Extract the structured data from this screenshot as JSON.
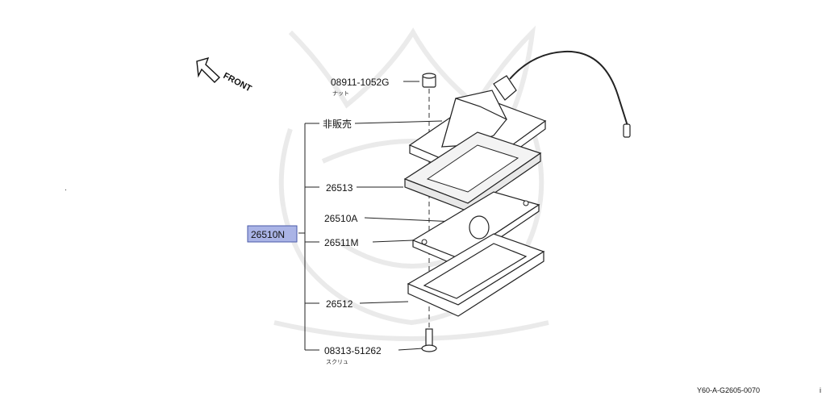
{
  "front_label": "FRONT",
  "assembly": {
    "part_number": "26510N",
    "highlight_color": "#aab4e6"
  },
  "parts": [
    {
      "number": "08911-1052G",
      "note": "ナット"
    },
    {
      "number": "非販売"
    },
    {
      "number": "26513"
    },
    {
      "number": "26510A"
    },
    {
      "number": "26511M"
    },
    {
      "number": "26512"
    },
    {
      "number": "08313-51262",
      "note": "スクリュ"
    }
  ],
  "document_id": "Y60-A-G2605-0070",
  "corner_mark": "i"
}
